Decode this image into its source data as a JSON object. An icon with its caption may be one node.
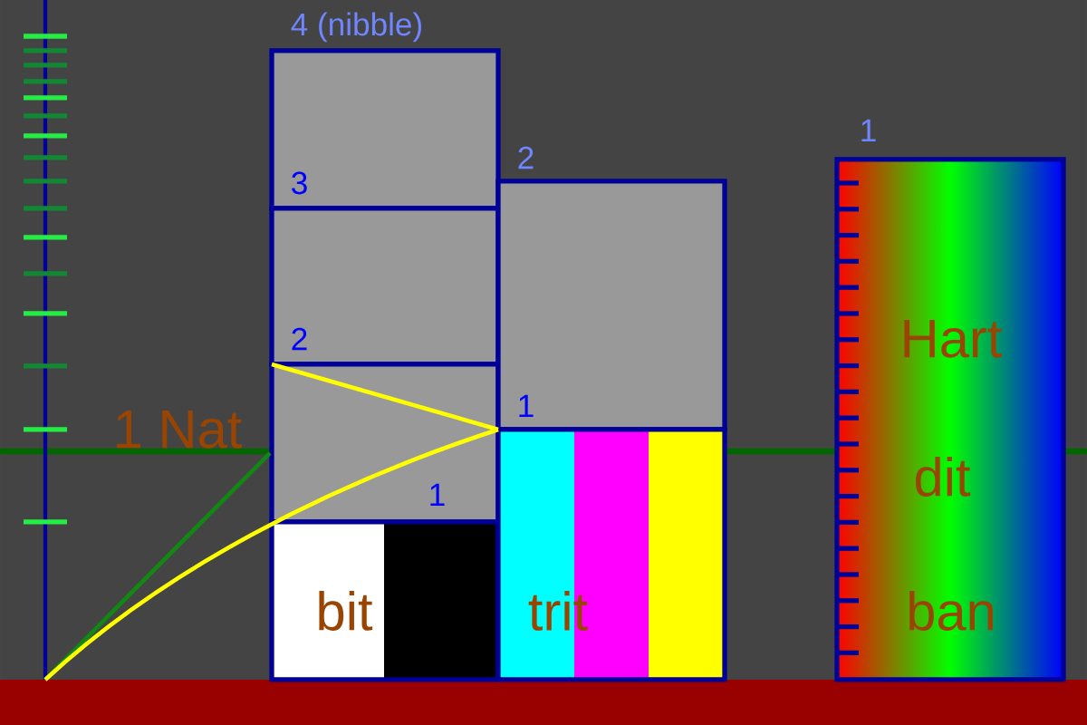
{
  "diagram": {
    "nodes": [
      {
        "text": [],
        "shape": "box",
        "beside": [
          "4 (nibble)"
        ]
      },
      {
        "text": [],
        "shape": "box",
        "beside": [
          "3"
        ]
      },
      {
        "text": [],
        "shape": "box",
        "beside": [
          "2"
        ]
      },
      {
        "text": [
          "bit"
        ],
        "beside": [
          "1"
        ]
      },
      {
        "text": [],
        "shape": "box",
        "beside": [
          "2"
        ]
      },
      {
        "text": [
          "trit"
        ],
        "beside": [
          "1"
        ]
      },
      {
        "text": [
          "Hart",
          "dit",
          "ban"
        ],
        "beside": [
          "1"
        ]
      }
    ],
    "labels": [
      "1 Nat"
    ]
  }
}
